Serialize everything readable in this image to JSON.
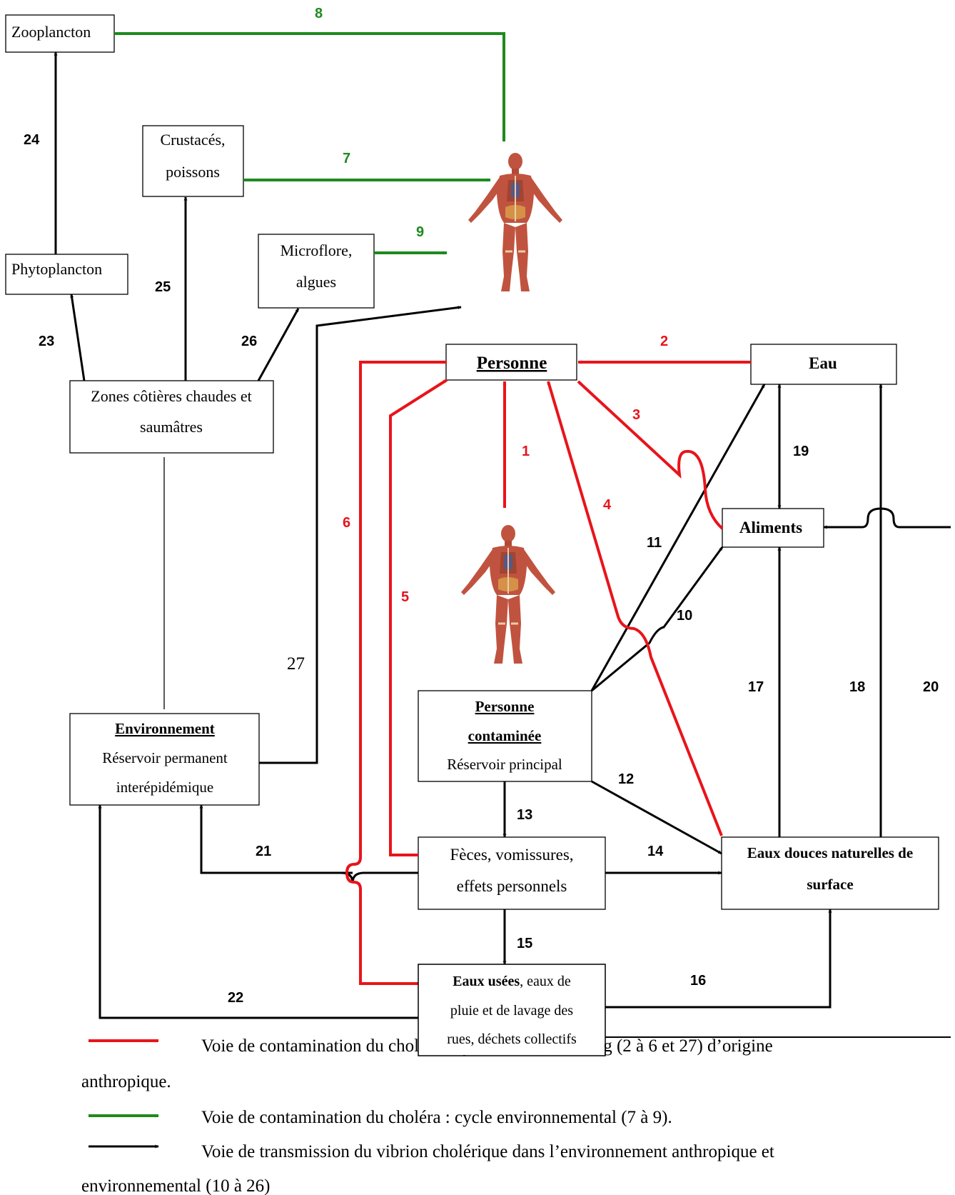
{
  "nodes": {
    "zooplancton": "Zooplancton",
    "crustaces_l1": "Crustacés,",
    "crustaces_l2": "poissons",
    "phytoplancton": "Phytoplancton",
    "microflore_l1": "Microflore,",
    "microflore_l2": "algues",
    "zones_l1": "Zones côtières chaudes et",
    "zones_l2": "saumâtres",
    "personne": "Personne",
    "eau": "Eau",
    "aliments": "Aliments",
    "env_title": "Environnement",
    "env_l2": "Réservoir permanent",
    "env_l3": "interépidémique",
    "contam_l1": "Personne",
    "contam_l2": "contaminée",
    "contam_l3": "Réservoir principal",
    "feces_l1": "Fèces, vomissures,",
    "feces_l2": "effets personnels",
    "eauxdouces_l1": "Eaux douces naturelles de",
    "eauxdouces_l2": "surface",
    "eauxusees_bold": "Eaux usées",
    "eauxusees_rest": ", eaux de",
    "eauxusees_l2": "pluie et de lavage des",
    "eauxusees_l3": "rues, déchets collectifs"
  },
  "arrow_labels": [
    "1",
    "2",
    "3",
    "4",
    "5",
    "6",
    "7",
    "8",
    "9",
    "10",
    "11",
    "12",
    "13",
    "14",
    "15",
    "16",
    "17",
    "18",
    "19",
    "20",
    "21",
    "22",
    "23",
    "24",
    "25",
    "26",
    "27"
  ],
  "legend": {
    "red_line1": "Voie de contamination du choléra : cycle court (1) et long (2 à 6 et 27) d’origine",
    "red_line2": "anthropique.",
    "green_line": "Voie de contamination du choléra : cycle environnemental (7 à 9).",
    "black_line1": "Voie de transmission du vibrion cholérique dans l’environnement anthropique et",
    "black_line2": "environnemental (10 à 26)"
  },
  "colors": {
    "red": "#e8141b",
    "green": "#1e8a1e",
    "black": "#000000",
    "muscle": "#c0533f",
    "bone": "#e8cfa8"
  },
  "icons": [
    "human-anatomy-icon",
    "human-anatomy-icon"
  ]
}
